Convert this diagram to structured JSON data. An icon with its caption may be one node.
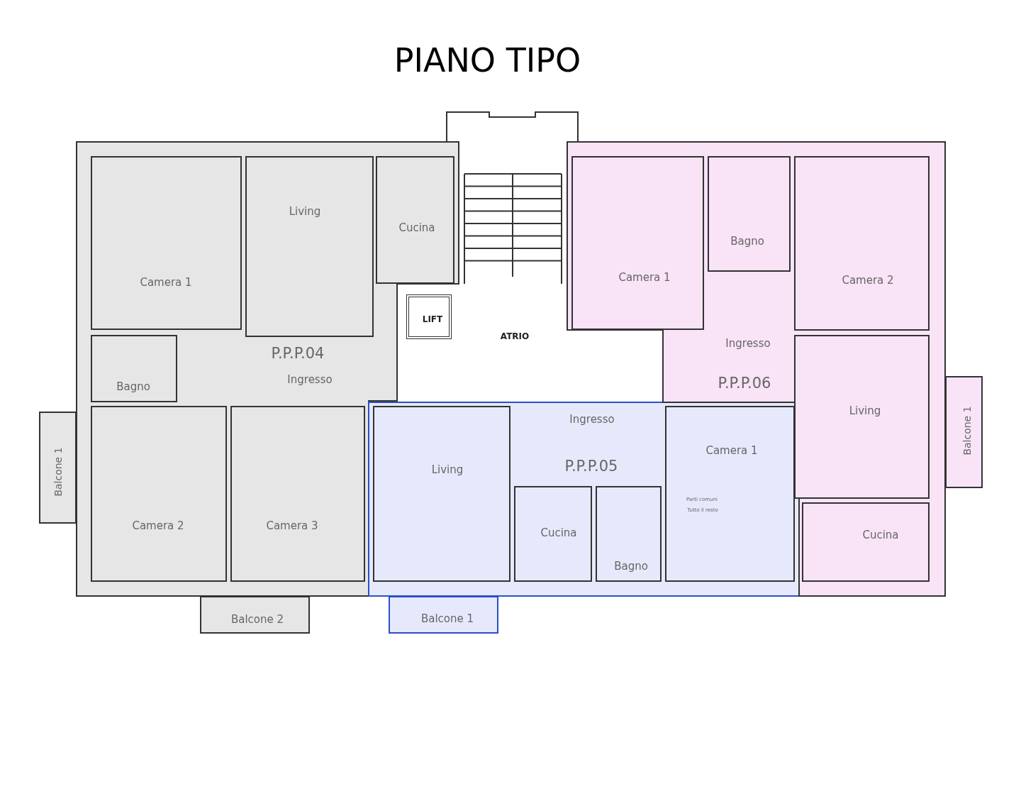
{
  "diagram": {
    "title": "PIANO TIPO",
    "nodes": [
      {
        "text": [
          "P.P.P.04"
        ]
      },
      {
        "text": [
          "Camera 1"
        ],
        "in": 0
      },
      {
        "text": [
          "Living"
        ],
        "in": 0
      },
      {
        "text": [
          "Cucina"
        ],
        "in": 0
      },
      {
        "text": [
          "Bagno"
        ],
        "in": 0
      },
      {
        "text": [
          "Ingresso"
        ],
        "in": 0
      },
      {
        "text": [
          "Camera 2"
        ],
        "in": 0
      },
      {
        "text": [
          "Camera 3"
        ],
        "in": 0
      },
      {
        "text": [
          "Balcone 1"
        ]
      },
      {
        "text": [
          "Balcone 2"
        ]
      },
      {
        "text": [
          "LIFT"
        ]
      },
      {
        "text": [
          "ATRIO"
        ]
      },
      {
        "text": [
          "P.P.P.05"
        ]
      },
      {
        "text": [
          "Ingresso"
        ],
        "in": 12
      },
      {
        "text": [
          "Living"
        ],
        "in": 12
      },
      {
        "text": [
          "Camera 1"
        ],
        "in": 12
      },
      {
        "text": [
          "Cucina"
        ],
        "in": 12
      },
      {
        "text": [
          "Bagno"
        ],
        "in": 12
      },
      {
        "text": [
          "Balcone 1"
        ]
      },
      {
        "text": [
          "P.P.P.06"
        ]
      },
      {
        "text": [
          "Camera 1"
        ],
        "in": 19
      },
      {
        "text": [
          "Bagno"
        ],
        "in": 19
      },
      {
        "text": [
          "Camera 2"
        ],
        "in": 19
      },
      {
        "text": [
          "Ingresso"
        ],
        "in": 19
      },
      {
        "text": [
          "Living"
        ],
        "in": 19
      },
      {
        "text": [
          "Cucina"
        ],
        "in": 19
      },
      {
        "text": [
          "Balcone 1"
        ]
      }
    ],
    "edges": [],
    "labels": [
      "Parti comuni",
      "Tutto il resto"
    ]
  }
}
